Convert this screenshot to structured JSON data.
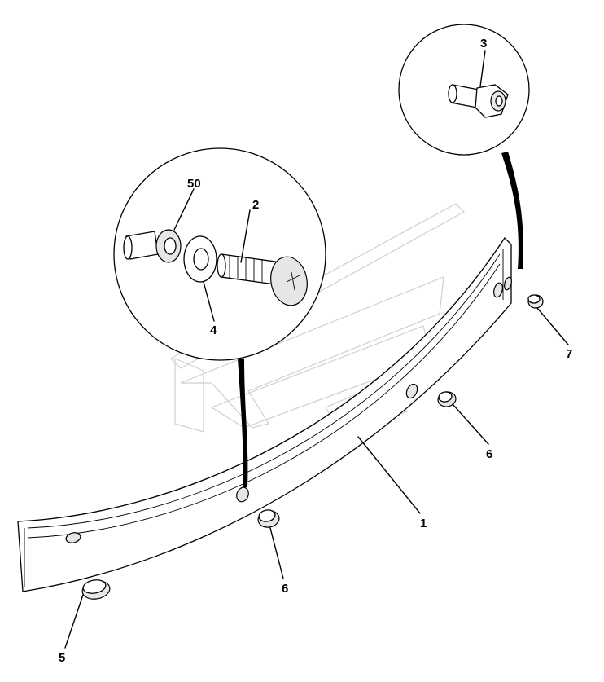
{
  "callouts": {
    "c1": "1",
    "c2": "2",
    "c3": "3",
    "c4": "4",
    "c5": "5",
    "c6a": "6",
    "c6b": "6",
    "c7": "7",
    "c50": "50"
  },
  "colors": {
    "line": "#000000",
    "watermark": "#cfcfcf",
    "background": "#ffffff"
  },
  "watermark_logo": "stylized-logo-watermark"
}
